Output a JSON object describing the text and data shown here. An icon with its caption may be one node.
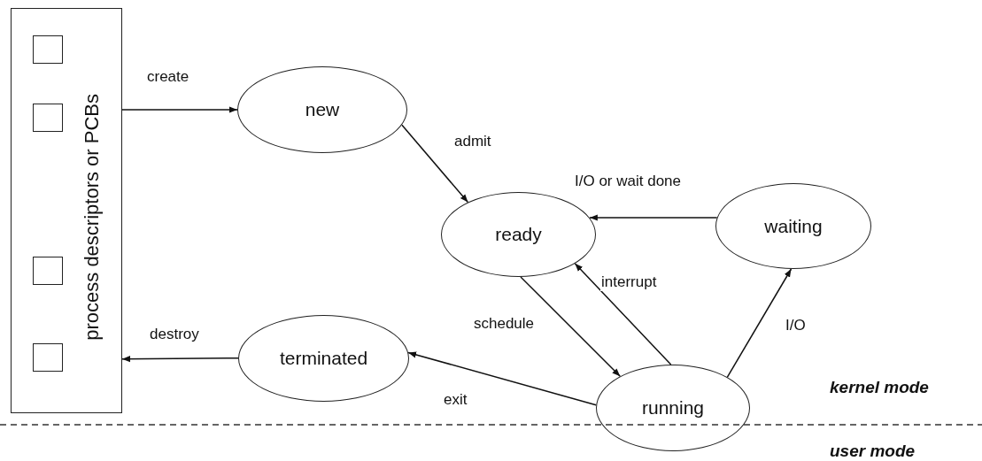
{
  "diagram": {
    "nodes": [
      {
        "text": [
          "process descriptors or PCBs"
        ]
      },
      {
        "text": [],
        "shape": "box",
        "in": 0
      },
      {
        "text": [],
        "shape": "box",
        "in": 0
      },
      {
        "text": [],
        "shape": "box",
        "in": 0
      },
      {
        "text": [],
        "shape": "box",
        "in": 0
      },
      {
        "text": [
          "new"
        ]
      },
      {
        "text": [
          "ready"
        ]
      },
      {
        "text": [
          "waiting"
        ]
      },
      {
        "text": [
          "terminated"
        ]
      },
      {
        "text": [
          "running"
        ]
      }
    ],
    "edges": [
      {
        "from": 0,
        "to": 5,
        "arrow": "to",
        "label": "create"
      },
      {
        "from": 5,
        "to": 6,
        "arrow": "to",
        "label": "admit"
      },
      {
        "from": 7,
        "to": 6,
        "arrow": "to",
        "label": "I/O or wait done"
      },
      {
        "from": 6,
        "to": 9,
        "arrow": "to",
        "label": "schedule"
      },
      {
        "from": 9,
        "to": 6,
        "arrow": "to",
        "label": "interrupt"
      },
      {
        "from": 9,
        "to": 7,
        "arrow": "to",
        "label": "I/O"
      },
      {
        "from": 9,
        "to": 8,
        "arrow": "to",
        "label": "exit"
      },
      {
        "from": 8,
        "to": 0,
        "arrow": "to",
        "label": "destroy"
      }
    ],
    "labels": [
      "kernel mode",
      "user mode"
    ]
  }
}
